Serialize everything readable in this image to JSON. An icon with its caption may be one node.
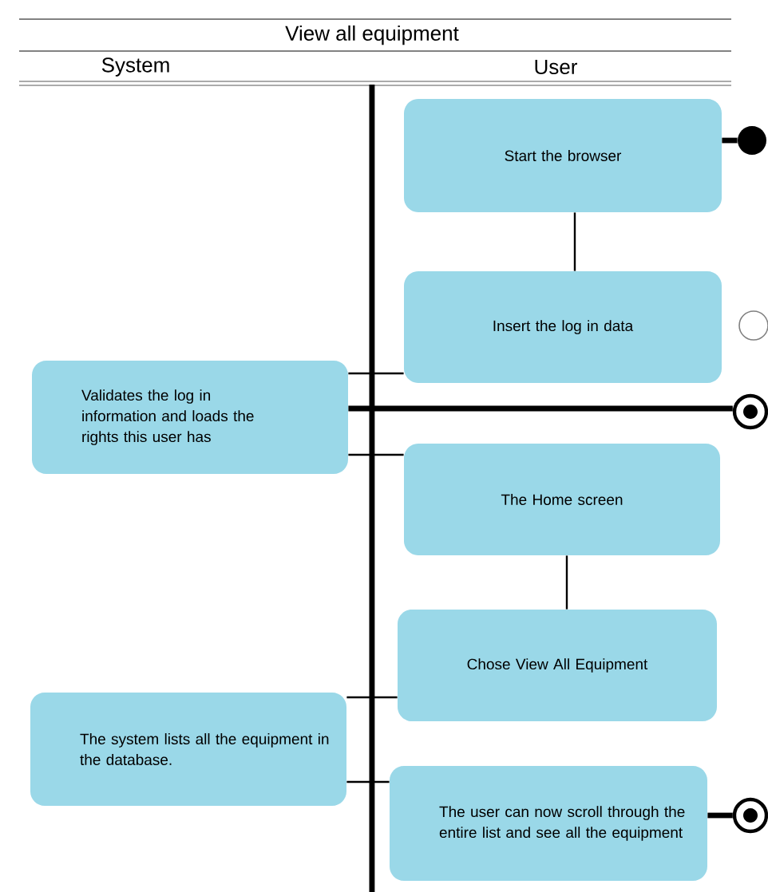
{
  "diagram": {
    "title": "View all equipment",
    "nodes": [
      {
        "text": [
          "Start the browser"
        ]
      },
      {
        "text": [
          "Insert the log in data"
        ]
      },
      {
        "text": [
          "Validates the log in information and loads the rights this user has"
        ]
      },
      {
        "text": [
          "The Home screen"
        ]
      },
      {
        "text": [
          "Chose View All Equipment"
        ]
      },
      {
        "text": [
          "The system lists all the equipment in the database."
        ]
      },
      {
        "text": [
          "The user can now scroll through the entire list and see all the equipment"
        ]
      },
      {
        "text": [],
        "shape": "circle"
      },
      {
        "text": [],
        "shape": "circle"
      },
      {
        "text": [],
        "shape": "circle"
      },
      {
        "text": [],
        "shape": "circle"
      }
    ],
    "edges": [
      {
        "from": 7,
        "to": 0,
        "arrow": "none",
        "style": "thick"
      },
      {
        "from": 0,
        "to": 1,
        "arrow": "none"
      },
      {
        "from": 1,
        "to": 2,
        "arrow": "none"
      },
      {
        "from": 2,
        "to": 9,
        "arrow": "none",
        "style": "thick"
      },
      {
        "from": 2,
        "to": 3,
        "arrow": "none"
      },
      {
        "from": 3,
        "to": 4,
        "arrow": "none"
      },
      {
        "from": 4,
        "to": 5,
        "arrow": "none"
      },
      {
        "from": 5,
        "to": 6,
        "arrow": "none"
      },
      {
        "from": 6,
        "to": 10,
        "arrow": "none",
        "style": "thick"
      }
    ],
    "labels": [
      "System",
      "User"
    ]
  }
}
